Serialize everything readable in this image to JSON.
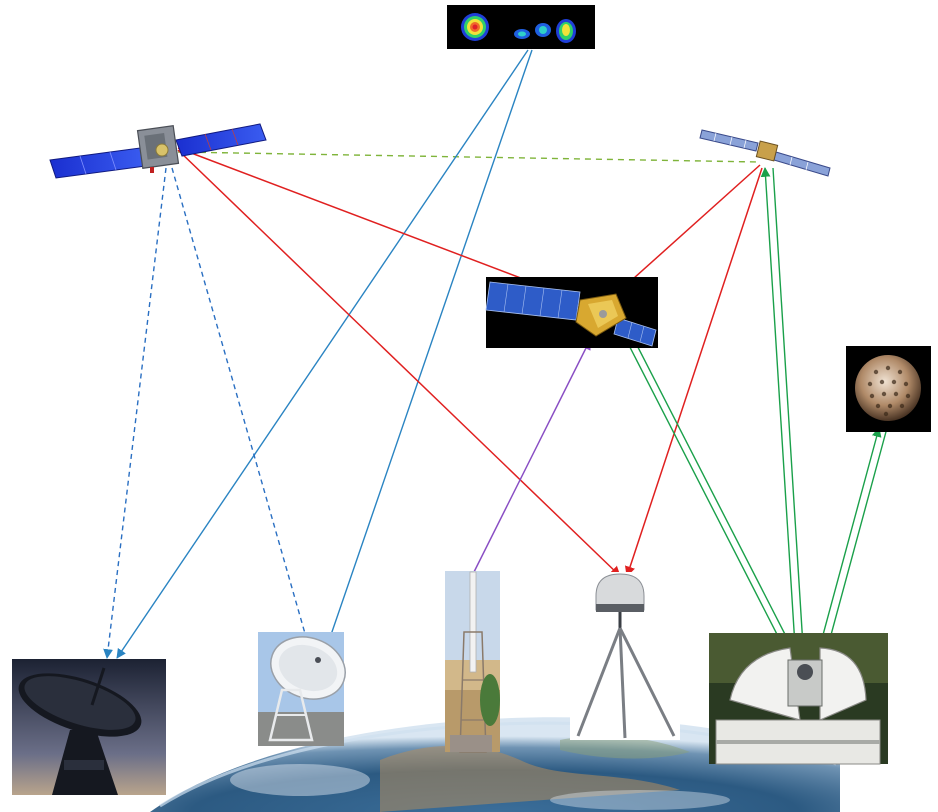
{
  "diagram": {
    "nodes": [
      {
        "id": "radio-source-image",
        "kind": "radio-source-icon"
      },
      {
        "id": "gnss-satellite-left",
        "kind": "satellite-icon"
      },
      {
        "id": "gnss-satellite-right",
        "kind": "satellite-icon"
      },
      {
        "id": "spacecraft-target",
        "kind": "spacecraft-icon"
      },
      {
        "id": "lageos-sphere",
        "kind": "laser-reflector-sphere-icon"
      },
      {
        "id": "vlbi-large-antenna",
        "kind": "radio-telescope-icon"
      },
      {
        "id": "vlbi-small-antenna",
        "kind": "radio-telescope-icon"
      },
      {
        "id": "doris-beacon-mast",
        "kind": "beacon-antenna-icon"
      },
      {
        "id": "gnss-receiver-tripod",
        "kind": "gnss-receiver-icon"
      },
      {
        "id": "slr-laser-telescope",
        "kind": "laser-ranging-telescope-icon"
      }
    ],
    "links": [
      {
        "id": "gnss-satellite-link",
        "color": "#7fb43a",
        "style": "dashed"
      },
      {
        "id": "quasar-to-vlbi-large",
        "color": "#2a84c2",
        "style": "solid"
      },
      {
        "id": "quasar-to-vlbi-small",
        "color": "#2a84c2",
        "style": "solid"
      },
      {
        "id": "gnss-left-to-vlbi-large",
        "color": "#2a6fc2",
        "style": "dashed"
      },
      {
        "id": "gnss-left-to-vlbi-small",
        "color": "#2a6fc2",
        "style": "dashed"
      },
      {
        "id": "gnss-left-to-spacecraft",
        "color": "#e02020",
        "style": "solid"
      },
      {
        "id": "gnss-left-to-receiver",
        "color": "#e02020",
        "style": "solid"
      },
      {
        "id": "gnss-right-to-spacecraft",
        "color": "#e02020",
        "style": "solid"
      },
      {
        "id": "gnss-right-to-receiver",
        "color": "#e02020",
        "style": "solid"
      },
      {
        "id": "beacon-to-spacecraft",
        "color": "#8a4fc4",
        "style": "solid"
      },
      {
        "id": "slr-to-spacecraft",
        "color": "#1aa04a",
        "style": "double"
      },
      {
        "id": "slr-to-gnss-right",
        "color": "#1aa04a",
        "style": "double"
      },
      {
        "id": "slr-to-lageos",
        "color": "#1aa04a",
        "style": "double"
      }
    ]
  }
}
